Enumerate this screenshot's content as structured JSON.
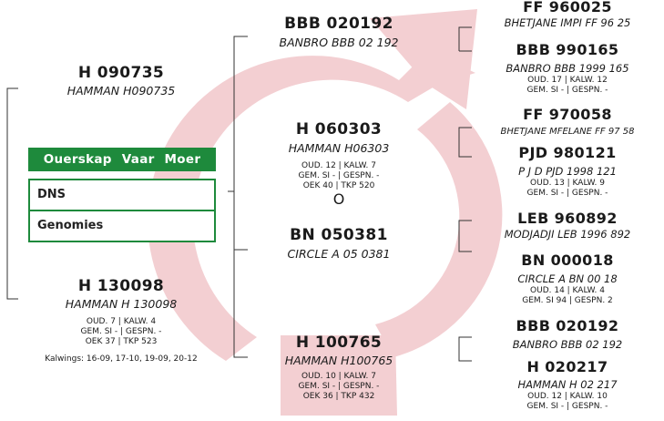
{
  "panel": {
    "title": "Ouerskap Vaar Moer",
    "items": [
      "DNS",
      "Genomies"
    ]
  },
  "subject": {
    "id": "H 060303",
    "name": "HAMMAN H06303",
    "stats": [
      "OUD. 12 | KALW. 7",
      "GEM. SI - | GESPN. -",
      "OEK 40 | TKP 520"
    ],
    "separator": "O"
  },
  "mate": {
    "id": "BN 050381",
    "name": "CIRCLE A 05 0381"
  },
  "sire": {
    "id": "H 090735",
    "name": "HAMMAN H090735"
  },
  "dam": {
    "id": "H 130098",
    "name": "HAMMAN H 130098",
    "stats": [
      "OUD. 7 | KALW. 4",
      "GEM. SI - | GESPN. -",
      "OEK 37 | TKP 523"
    ],
    "calvings": "Kalwings: 16-09, 17-10, 19-09, 20-12"
  },
  "offspring": {
    "id": "H 100765",
    "name": "HAMMAN H100765",
    "stats": [
      "OUD. 10 | KALW. 7",
      "GEM. SI - | GESPN. -",
      "OEK 36 | TKP 432"
    ]
  },
  "sire_sire": {
    "id": "BBB 020192",
    "name": "BANBRO BBB 02 192"
  },
  "right": [
    {
      "id": "FF 960025",
      "name": "BHETJANE IMPI FF 96 25",
      "stats": []
    },
    {
      "id": "BBB 990165",
      "name": "BANBRO BBB 1999 165",
      "stats": [
        "OUD. 17 | KALW. 12",
        "GEM. SI - | GESPN. -"
      ]
    },
    {
      "id": "FF 970058",
      "name": "BHETJANE MFELANE FF 97 58",
      "stats": []
    },
    {
      "id": "PJD 980121",
      "name": "P J D PJD 1998 121",
      "stats": [
        "OUD. 13 | KALW. 9",
        "GEM. SI - | GESPN. -"
      ]
    },
    {
      "id": "LEB 960892",
      "name": "MODJADJI LEB 1996 892",
      "stats": []
    },
    {
      "id": "BN 000018",
      "name": "CIRCLE A BN 00 18",
      "stats": [
        "OUD. 14 | KALW. 4",
        "GEM. SI 94 | GESPN. 2"
      ]
    },
    {
      "id": "BBB 020192",
      "name": "BANBRO BBB 02 192",
      "stats": []
    },
    {
      "id": "H 020217",
      "name": "HAMMAN H 02 217",
      "stats": [
        "OUD. 12 | KALW. 10",
        "GEM. SI - | GESPN. -"
      ]
    }
  ],
  "colors": {
    "arrow": "#f2cdd0",
    "accent": "#1e8a3c"
  }
}
